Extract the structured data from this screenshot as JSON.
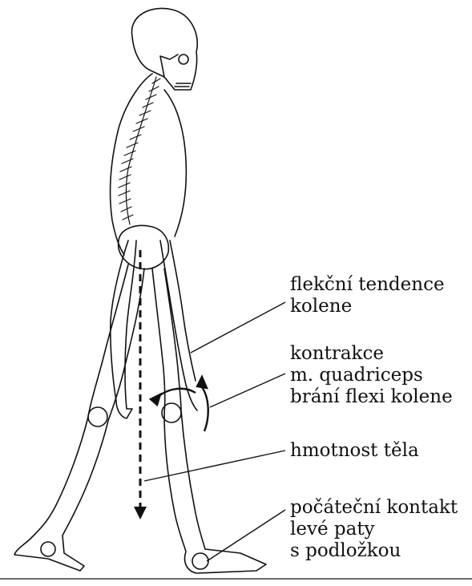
{
  "labels": {
    "flexion_tendency": [
      "flekční tendence",
      "kolene"
    ],
    "contraction": [
      "kontrakce",
      "m. quadriceps",
      "brání flexi kolene"
    ],
    "body_weight": [
      "hmotnost těla"
    ],
    "initial_contact": [
      "počáteční kontakt",
      "levé paty",
      "s podložkou"
    ]
  },
  "colors": {
    "line": "#111111",
    "background": "#ffffff"
  },
  "icons": {
    "weight_arrow": "dashed-down-arrow-icon",
    "rotation_arrow": "curved-arrow-icon"
  }
}
